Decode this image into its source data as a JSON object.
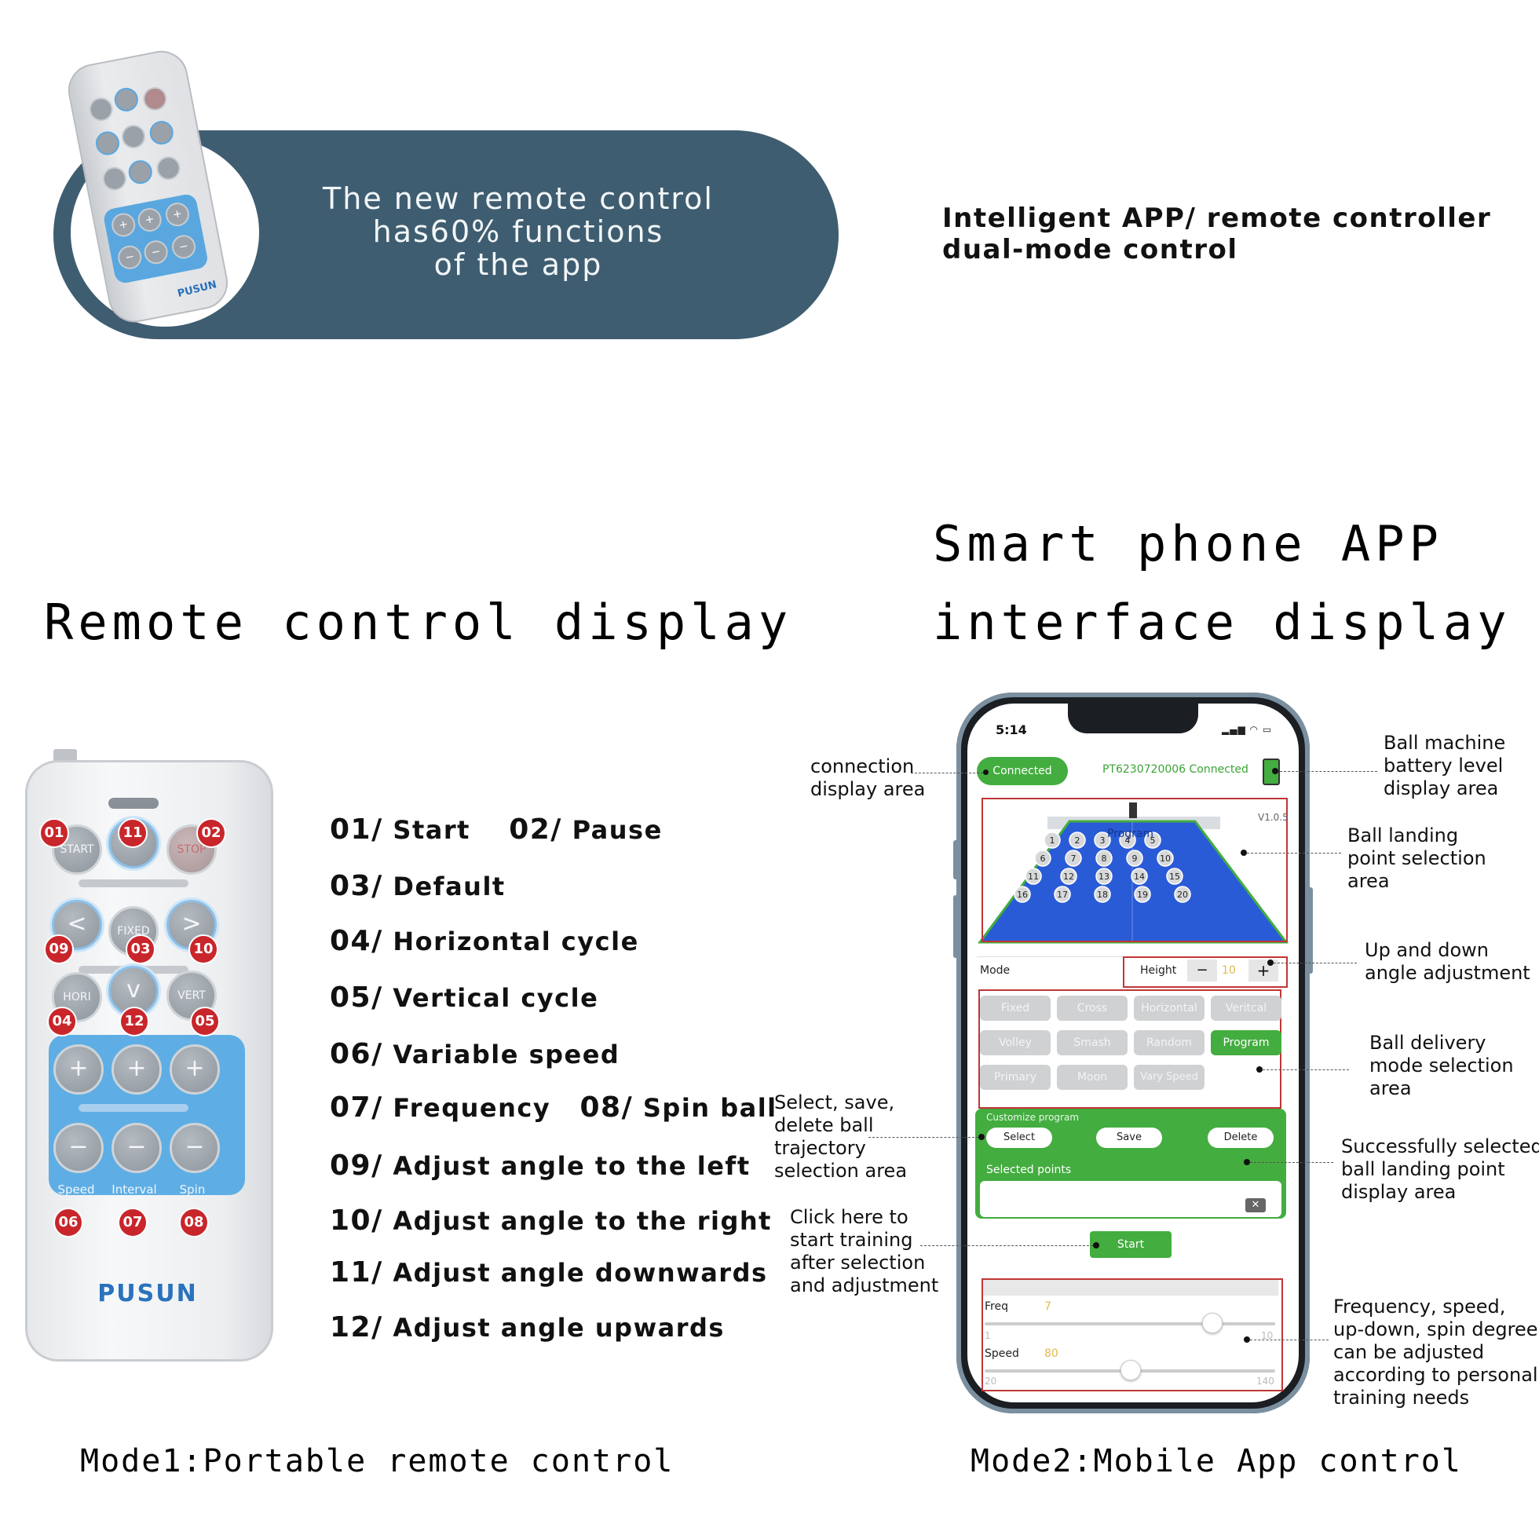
{
  "banner": {
    "lines": [
      "The new remote control",
      "has60% functions",
      "of the app"
    ],
    "mini_remote_logo": "PUSUN"
  },
  "intelligent": [
    "Intelligent APP/ remote controller",
    "dual-mode control"
  ],
  "headings": {
    "remote": "Remote control display",
    "app_line1": "Smart phone APP",
    "app_line2": "interface display"
  },
  "modes": {
    "mode1": "Mode1:Portable remote control",
    "mode2": "Mode2:Mobile App control"
  },
  "remote": {
    "buttons": {
      "start": "START",
      "stop": "STOP",
      "fixed": "FIXED",
      "hori": "HORI",
      "vert": "VERT",
      "up": "^",
      "down": "v",
      "left": "<",
      "right": ">",
      "plus": "+",
      "minus": "−"
    },
    "blue_labels": [
      "Speed",
      "Interval",
      "Spin"
    ],
    "badges": [
      "01",
      "11",
      "02",
      "09",
      "03",
      "10",
      "04",
      "12",
      "05",
      "06",
      "07",
      "08"
    ],
    "logo": "PUSUN"
  },
  "functions": [
    {
      "num": "01/",
      "text": "Start",
      "num2": "02/",
      "text2": "Pause"
    },
    {
      "num": "03/",
      "text": "Default"
    },
    {
      "num": "04/",
      "text": "Horizontal cycle"
    },
    {
      "num": "05/",
      "text": "Vertical cycle"
    },
    {
      "num": "06/",
      "text": "Variable speed"
    },
    {
      "num": "07/",
      "text": "Frequency",
      "num2": "08/",
      "text2": "Spin ball"
    },
    {
      "num": "09/",
      "text": "Adjust angle to the left"
    },
    {
      "num": "10/",
      "text": "Adjust angle to the right"
    },
    {
      "num": "11/",
      "text": "Adjust angle downwards"
    },
    {
      "num": "12/",
      "text": "Adjust angle upwards"
    }
  ],
  "app": {
    "time": "5:14",
    "connected_label": "Connected",
    "device_status": "PT6230720006 Connected",
    "version": "V1.0.5",
    "program_label": "Program",
    "landing_points": [
      "1",
      "2",
      "3",
      "4",
      "5",
      "6",
      "7",
      "8",
      "9",
      "10",
      "11",
      "12",
      "13",
      "14",
      "15",
      "16",
      "17",
      "18",
      "19",
      "20"
    ],
    "mode_label": "Mode",
    "height_label": "Height",
    "height_minus": "−",
    "height_value": "10",
    "height_plus": "+",
    "mode_buttons": [
      "Fixed",
      "Cross",
      "Horizontal",
      "Veritcal",
      "Volley",
      "Smash",
      "Random",
      "Program",
      "Primary",
      "Moon",
      "Vary Speed"
    ],
    "active_mode": "Program",
    "customize_label": "Customize program",
    "select_btn": "Select",
    "save_btn": "Save",
    "delete_btn": "Delete",
    "selected_points_label": "Selected points",
    "backspace_icon": "✕",
    "start_btn": "Start",
    "freq_label": "Freq",
    "freq_value": "7",
    "freq_min": "1",
    "freq_max": "10",
    "freq_fraction": 0.78,
    "speed_label": "Speed",
    "speed_value": "80",
    "speed_min": "20",
    "speed_max": "140",
    "speed_fraction": 0.5,
    "colors": {
      "green": "#43ad3f",
      "red_outline": "#c03636",
      "court_blue": "#2a5bd7"
    }
  },
  "callouts": {
    "connection": [
      "connection",
      "display area"
    ],
    "battery": [
      "Ball machine",
      "battery level",
      "display area"
    ],
    "landing": [
      "Ball landing",
      "point selection",
      "area"
    ],
    "updown": [
      "Up and down",
      "angle adjustment"
    ],
    "delivery": [
      "Ball delivery",
      "mode selection",
      "area"
    ],
    "select_save": [
      "Select, save,",
      "delete ball",
      "trajectory",
      "selection area"
    ],
    "success": [
      "Successfully selected",
      "ball landing point",
      "display area"
    ],
    "click_start": [
      "Click here to",
      "start training",
      "after selection",
      "and adjustment"
    ],
    "freq_speed": [
      "Frequency, speed,",
      "up-down, spin degree",
      "can be adjusted",
      "according to personal",
      "training needs"
    ]
  }
}
